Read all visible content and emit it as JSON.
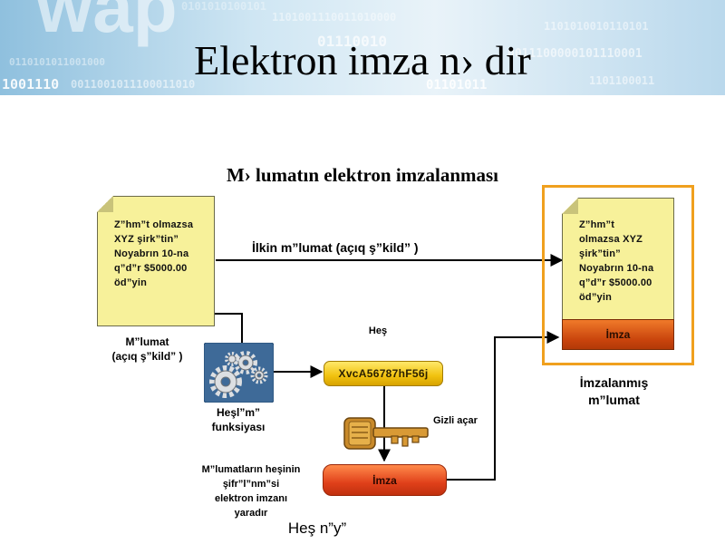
{
  "slide": {
    "title": "Elektron imza n› dir",
    "banner_binary": [
      "1001110",
      "0011001011100011010",
      "01101011",
      "1101001110011010000",
      "0011100000101110001",
      "01110010",
      "1101010010110101",
      "0110101011001000",
      "1101100011",
      "0101010100101"
    ],
    "banner_wordmark": "wap"
  },
  "diagram": {
    "title": "M› lumatın elektron imzalanması",
    "source_doc_text": "Z”hm”t olmazsa\nXYZ şirk”tin”\nNoyabrın 10-na\nq”d”r $5000.00\nöd”yin",
    "source_doc_label": "M”lumat\n(açıq ş”kild” )",
    "original_arrow_label": "İlkin m”lumat (açıq ş”kild” )",
    "hash_function_label": "Heşl”m”\nfunksiyası",
    "hash_label": "Heş",
    "hash_value": "XvcA56787hF56j",
    "private_key_label": "Gizli açar",
    "signature_label": "İmza",
    "encryption_note": "M”lumatların heşinin\nşifr”l”nm”si\nelektron imzanı\nyaradır",
    "bottom_label": "Heş n”y”",
    "signed_doc_text": "Z”hm”t\nolmazsa XYZ\nşirk”tin”\nNoyabrın 10-na\nq”d”r $5000.00\nöd”yin",
    "signed_doc_signature": "İmza",
    "signed_doc_label": "İmzalanmış\nm”lumat"
  },
  "colors": {
    "frame": "#f0a01e",
    "doc_fill": "#f7f19a",
    "gear_panel": "#3e6a98",
    "hash_pill": "#f1c20f",
    "signature_pill": "#e0401a",
    "key": "#c98a2a"
  }
}
